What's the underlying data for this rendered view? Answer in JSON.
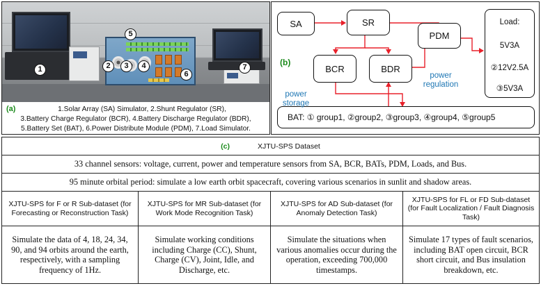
{
  "panel_a": {
    "label": "(a)",
    "badges": [
      "1",
      "2",
      "3",
      "4",
      "5",
      "6",
      "7"
    ],
    "caption": [
      "1.Solar Array (SA) Simulator, 2.Shunt Regulator (SR),",
      "3.Battery Charge Regulator (BCR), 4.Battery Discharge Regulator (BDR),",
      "5.Battery Set (BAT), 6.Power Distribute Module (PDM), 7.Load Simulator."
    ]
  },
  "panel_b": {
    "label": "(b)",
    "nodes": {
      "sa": "SA",
      "sr": "SR",
      "pdm": "PDM",
      "bcr": "BCR",
      "bdr": "BDR",
      "load_title": "Load:",
      "loads": [
        "⑕5V3A",
        "②12V2.5A",
        "③5V3A"
      ],
      "bat": "BAT:  ① group1, ②group2, ③group3, ④group4, ⑤group5"
    },
    "power_regulation": [
      "power",
      "regulation"
    ],
    "power_storage": [
      "power",
      "storage"
    ],
    "colors": {
      "arrow": "#e8202a",
      "note": "#1f77b4",
      "label": "#1a8a1a"
    }
  },
  "panel_c": {
    "label": "(c)",
    "title": "XJTU-SPS Dataset",
    "sensors": "33 channel sensors: voltage, current, power and temperature sensors from SA, BCR, BATs, PDM, Loads, and Bus.",
    "orbit": "95 minute orbital period: simulate a low earth orbit spacecraft, covering various scenarios in sunlit and shadow areas.",
    "columns": [
      {
        "header": "XJTU-SPS for F or R Sub-dataset (for Forecasting or Reconstruction Task)",
        "body": "Simulate the data of 4, 18, 24, 34, 90, and 94 orbits around the earth, respectively, with a sampling frequency of 1Hz."
      },
      {
        "header": "XJTU-SPS for MR Sub-dataset (for Work Mode Recognition Task)",
        "body": "Simulate working conditions including Charge (CC), Shunt, Charge (CV), Joint, Idle, and Discharge, etc."
      },
      {
        "header": "XJTU-SPS for AD Sub-dataset (for Anomaly Detection Task)",
        "body": "Simulate the situations when various anomalies occur during the operation, exceeding 700,000 timestamps."
      },
      {
        "header": "XJTU-SPS for FL or FD Sub-dataset (for Fault Localization / Fault Diagnosis Task)",
        "body": "Simulate 17 types of fault scenarios, including BAT open circuit, BCR short circuit, and Bus insulation breakdown, etc."
      }
    ]
  }
}
